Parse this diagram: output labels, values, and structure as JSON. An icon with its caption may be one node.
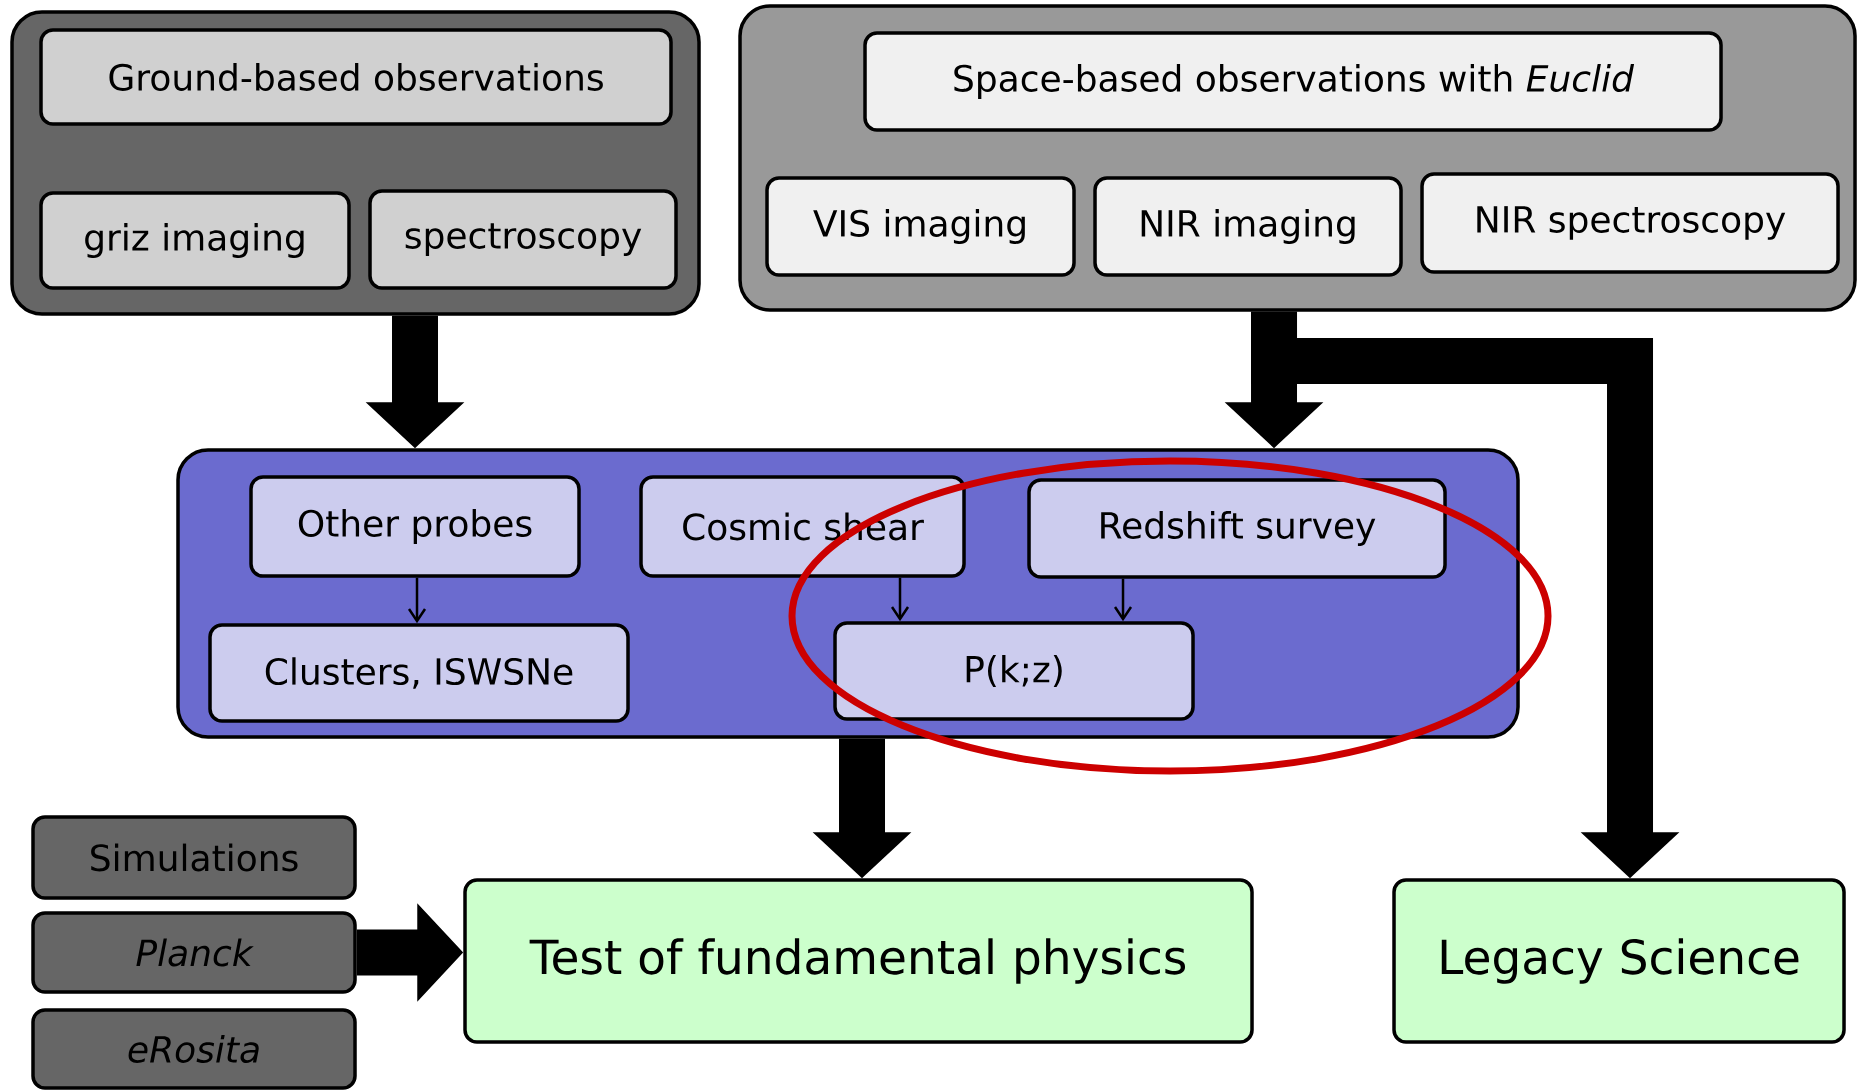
{
  "diagram": {
    "nodes": [
      {
        "text": [],
        "shape": "box"
      },
      {
        "text": [
          "Ground-based observations"
        ],
        "in": 0
      },
      {
        "text": [
          "griz imaging"
        ],
        "in": 0
      },
      {
        "text": [
          "spectroscopy"
        ],
        "in": 0
      },
      {
        "text": [],
        "shape": "box"
      },
      {
        "text": [
          "Space-based observations with *Euclid*"
        ],
        "in": 4
      },
      {
        "text": [
          "VIS imaging"
        ],
        "in": 4
      },
      {
        "text": [
          "NIR imaging"
        ],
        "in": 4
      },
      {
        "text": [
          "NIR spectroscopy"
        ],
        "in": 4
      },
      {
        "text": [],
        "shape": "box"
      },
      {
        "text": [
          "Other probes"
        ],
        "in": 9
      },
      {
        "text": [
          "Cosmic shear"
        ],
        "in": 9
      },
      {
        "text": [
          "Redshift survey"
        ],
        "in": 9
      },
      {
        "text": [
          "Clusters, ISWSNe"
        ],
        "in": 9
      },
      {
        "text": [
          "P(k;z)"
        ],
        "in": 9
      },
      {
        "text": [
          "Simulations"
        ]
      },
      {
        "text": [
          "Planck"
        ]
      },
      {
        "text": [
          "eRosita"
        ]
      },
      {
        "text": [
          "Test of fundamental physics"
        ]
      },
      {
        "text": [
          "Legacy Science"
        ]
      }
    ],
    "edges": [
      {
        "from": 0,
        "to": 9,
        "arrow": "to"
      },
      {
        "from": 4,
        "to": 9,
        "arrow": "to"
      },
      {
        "from": 4,
        "to": 19,
        "arrow": "to"
      },
      {
        "from": 9,
        "to": 18,
        "arrow": "to"
      },
      {
        "from": 16,
        "to": 18,
        "arrow": "to"
      },
      {
        "from": 10,
        "to": 13,
        "arrow": "to"
      },
      {
        "from": 11,
        "to": 14,
        "arrow": "to"
      },
      {
        "from": 12,
        "to": 14,
        "arrow": "to"
      }
    ]
  }
}
